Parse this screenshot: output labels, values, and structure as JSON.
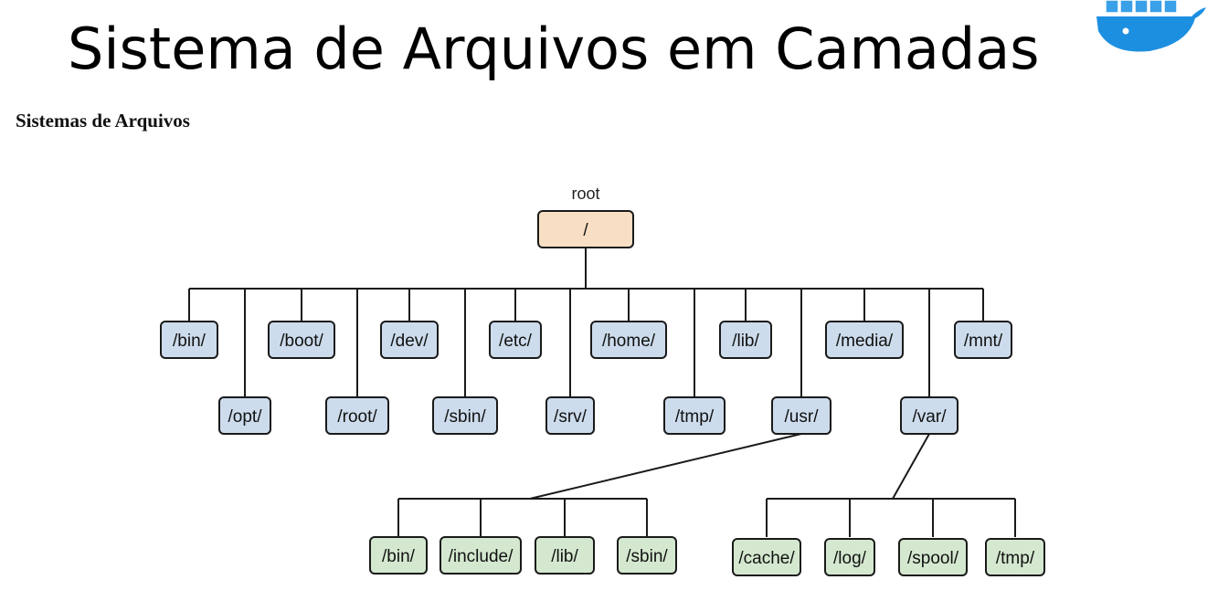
{
  "title": "Sistema de Arquivos em Camadas",
  "subtitle": "Sistemas de Arquivos",
  "logo": {
    "icon": "docker-whale-icon",
    "color": "#1d8fe0"
  },
  "colors": {
    "root": "#f8dfc4",
    "level1": "#cddcec",
    "level2": "#d4e8cf",
    "edge": "#1a1a1a"
  },
  "diagram": {
    "root": {
      "caption": "root",
      "label": "/"
    },
    "level1": [
      "/bin/",
      "/opt/",
      "/boot/",
      "/root/",
      "/dev/",
      "/sbin/",
      "/etc/",
      "/srv/",
      "/home/",
      "/tmp/",
      "/lib/",
      "/usr/",
      "/media/",
      "/var/",
      "/mnt/"
    ],
    "usr_children": [
      "/bin/",
      "/include/",
      "/lib/",
      "/sbin/"
    ],
    "var_children": [
      "/cache/",
      "/log/",
      "/spool/",
      "/tmp/"
    ]
  }
}
